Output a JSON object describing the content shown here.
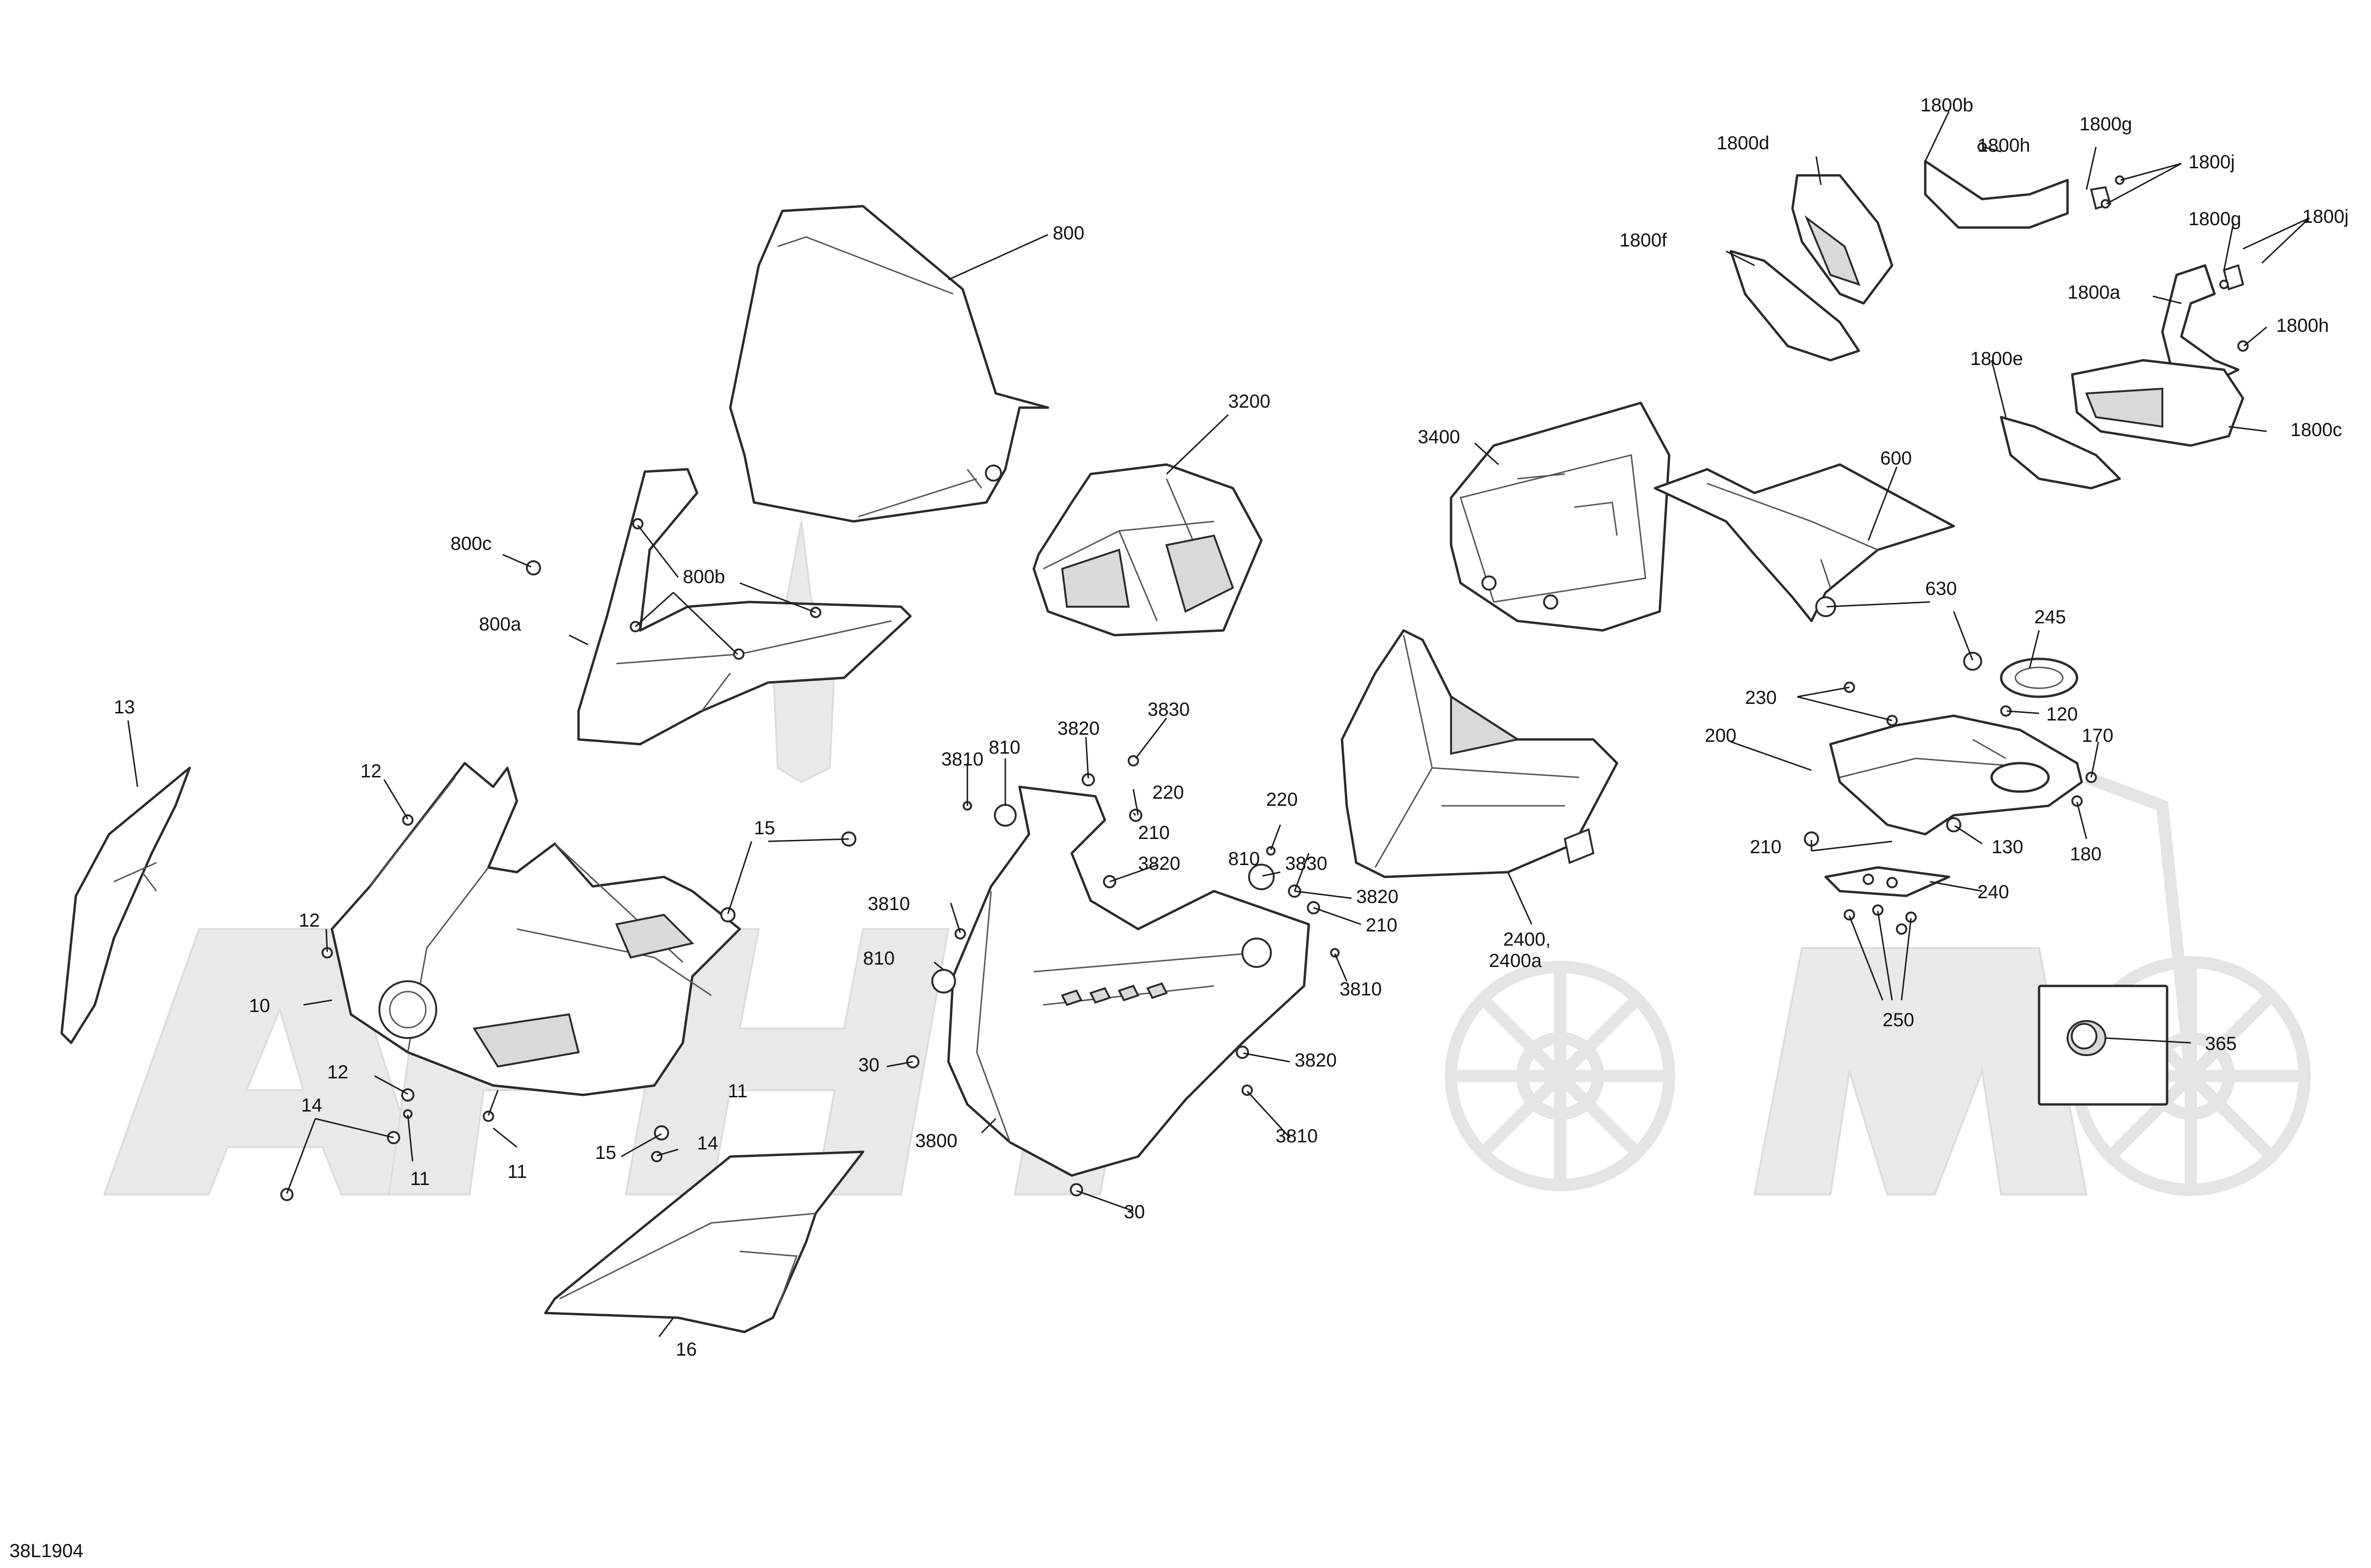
{
  "drawing": {
    "number": "38L1904",
    "callouts": [
      {
        "id": "c800",
        "text": "800"
      },
      {
        "id": "c800c",
        "text": "800c"
      },
      {
        "id": "c800b",
        "text": "800b"
      },
      {
        "id": "c800a",
        "text": "800a"
      },
      {
        "id": "c13",
        "text": "13"
      },
      {
        "id": "c12a",
        "text": "12"
      },
      {
        "id": "c12b",
        "text": "12"
      },
      {
        "id": "c12c",
        "text": "12"
      },
      {
        "id": "c10",
        "text": "10"
      },
      {
        "id": "c14a",
        "text": "14"
      },
      {
        "id": "c14b",
        "text": "14"
      },
      {
        "id": "c11a",
        "text": "11"
      },
      {
        "id": "c11b",
        "text": "11"
      },
      {
        "id": "c11c",
        "text": "11"
      },
      {
        "id": "c15a",
        "text": "15"
      },
      {
        "id": "c15b",
        "text": "15"
      },
      {
        "id": "c16",
        "text": "16"
      },
      {
        "id": "c3200",
        "text": "3200"
      },
      {
        "id": "c3400",
        "text": "3400"
      },
      {
        "id": "c600",
        "text": "600"
      },
      {
        "id": "c630",
        "text": "630"
      },
      {
        "id": "c245",
        "text": "245"
      },
      {
        "id": "c230",
        "text": "230"
      },
      {
        "id": "c120",
        "text": "120"
      },
      {
        "id": "c170",
        "text": "170"
      },
      {
        "id": "c200",
        "text": "200"
      },
      {
        "id": "c210a",
        "text": "210"
      },
      {
        "id": "c210b",
        "text": "210"
      },
      {
        "id": "c210c",
        "text": "210"
      },
      {
        "id": "c130",
        "text": "130"
      },
      {
        "id": "c180",
        "text": "180"
      },
      {
        "id": "c240",
        "text": "240"
      },
      {
        "id": "c250",
        "text": "250"
      },
      {
        "id": "c365",
        "text": "365"
      },
      {
        "id": "c1800b",
        "text": "1800b"
      },
      {
        "id": "c1800h1",
        "text": "1800h"
      },
      {
        "id": "c1800g1",
        "text": "1800g"
      },
      {
        "id": "c1800j1",
        "text": "1800j"
      },
      {
        "id": "c1800d",
        "text": "1800d"
      },
      {
        "id": "c1800g2",
        "text": "1800g"
      },
      {
        "id": "c1800j2",
        "text": "1800j"
      },
      {
        "id": "c1800f",
        "text": "1800f"
      },
      {
        "id": "c1800a",
        "text": "1800a"
      },
      {
        "id": "c1800h2",
        "text": "1800h"
      },
      {
        "id": "c1800e",
        "text": "1800e"
      },
      {
        "id": "c1800c",
        "text": "1800c"
      },
      {
        "id": "c2400",
        "text": "2400,"
      },
      {
        "id": "c2400a",
        "text": "2400a"
      },
      {
        "id": "c3830a",
        "text": "3830"
      },
      {
        "id": "c3830b",
        "text": "3830"
      },
      {
        "id": "c3820a",
        "text": "3820"
      },
      {
        "id": "c3820b",
        "text": "3820"
      },
      {
        "id": "c3820c",
        "text": "3820"
      },
      {
        "id": "c3820d",
        "text": "3820"
      },
      {
        "id": "c3810a",
        "text": "3810"
      },
      {
        "id": "c3810b",
        "text": "3810"
      },
      {
        "id": "c3810c",
        "text": "3810"
      },
      {
        "id": "c3810d",
        "text": "3810"
      },
      {
        "id": "c810a",
        "text": "810"
      },
      {
        "id": "c810b",
        "text": "810"
      },
      {
        "id": "c810c",
        "text": "810"
      },
      {
        "id": "c220a",
        "text": "220"
      },
      {
        "id": "c220b",
        "text": "220"
      },
      {
        "id": "c3800",
        "text": "3800"
      },
      {
        "id": "c30a",
        "text": "30"
      },
      {
        "id": "c30b",
        "text": "30"
      }
    ]
  }
}
